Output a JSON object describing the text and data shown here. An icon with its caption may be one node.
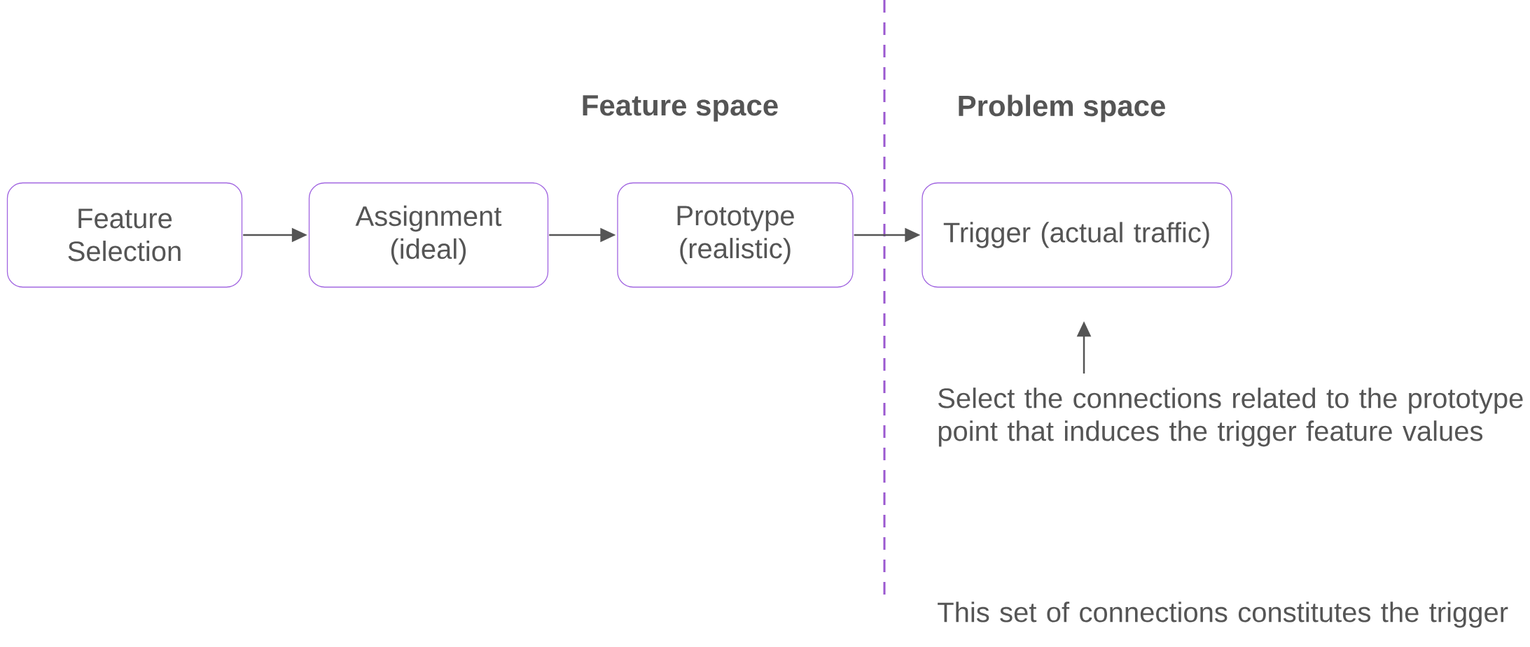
{
  "diagram": {
    "nodes": [
      {
        "text": [
          "Feature Selection"
        ]
      },
      {
        "text": [
          "Assignment (ideal)"
        ]
      },
      {
        "text": [
          "Prototype (realistic)"
        ]
      },
      {
        "text": [
          "Trigger (actual traffic)"
        ]
      },
      {
        "text": [
          "Select the connections related to the prototype point that induces the trigger feature values"
        ]
      }
    ],
    "edges": [
      {
        "from": 0,
        "to": 1,
        "arrow": "to"
      },
      {
        "from": 1,
        "to": 2,
        "arrow": "to"
      },
      {
        "from": 2,
        "to": 3,
        "arrow": "to"
      },
      {
        "from": 4,
        "to": 3,
        "arrow": "to"
      }
    ],
    "labels": [
      "Feature space",
      "Problem space",
      "This set of connections constitutes the trigger"
    ]
  }
}
